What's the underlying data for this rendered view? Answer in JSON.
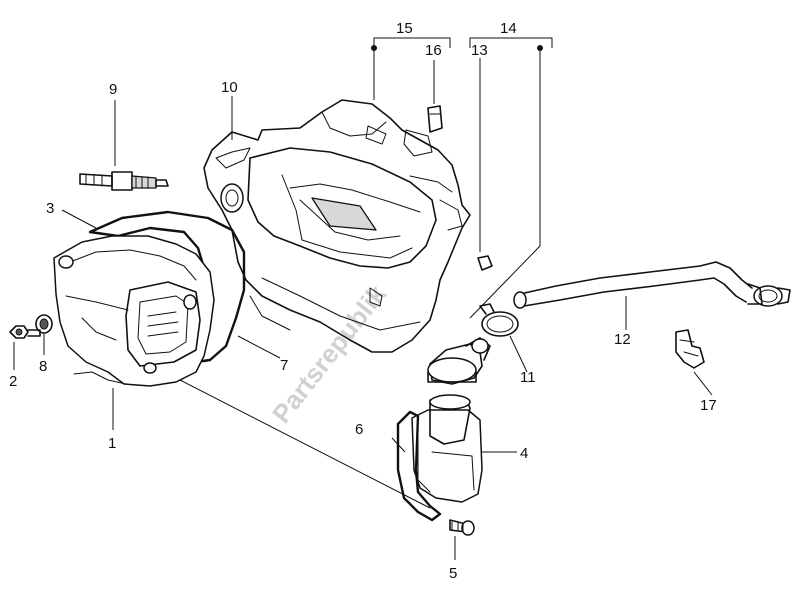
{
  "labels": [
    {
      "id": "1",
      "text": "1"
    },
    {
      "id": "2",
      "text": "2"
    },
    {
      "id": "3",
      "text": "3"
    },
    {
      "id": "4",
      "text": "4"
    },
    {
      "id": "5",
      "text": "5"
    },
    {
      "id": "6",
      "text": "6"
    },
    {
      "id": "7",
      "text": "7"
    },
    {
      "id": "8",
      "text": "8"
    },
    {
      "id": "9",
      "text": "9"
    },
    {
      "id": "10",
      "text": "10"
    },
    {
      "id": "11",
      "text": "11"
    },
    {
      "id": "12",
      "text": "12"
    },
    {
      "id": "13",
      "text": "13"
    },
    {
      "id": "14",
      "text": "14"
    },
    {
      "id": "15",
      "text": "15"
    },
    {
      "id": "16",
      "text": "16"
    },
    {
      "id": "17",
      "text": "17"
    }
  ],
  "watermark": "Partsrepublik"
}
